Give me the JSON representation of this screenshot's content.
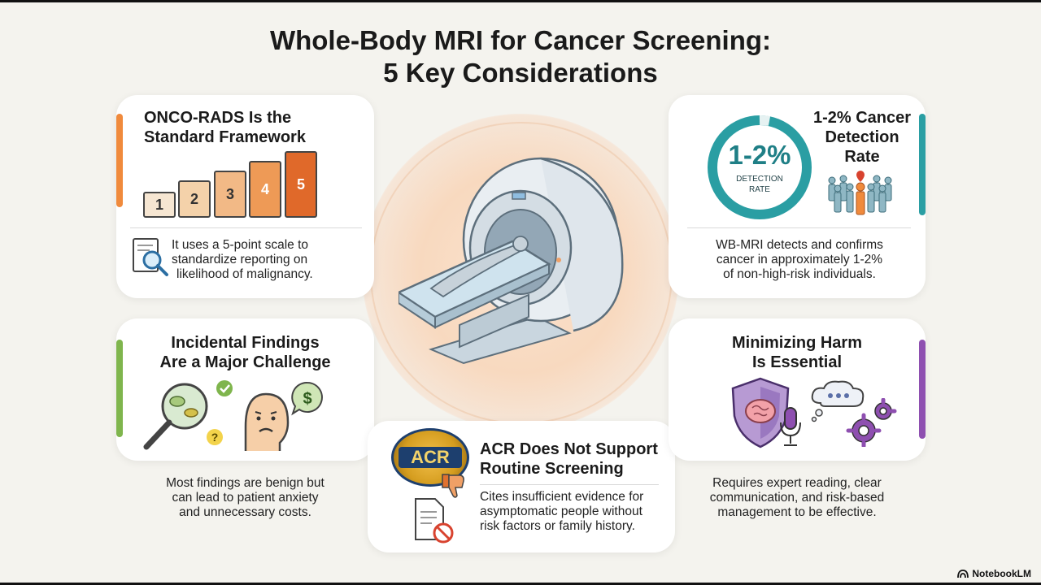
{
  "title": {
    "line1": "Whole-Body MRI for Cancer Screening:",
    "line2": "5 Key Considerations"
  },
  "cards": {
    "onco_rads": {
      "title_line1": "ONCO-RADS Is the",
      "title_line2": "Standard Framework",
      "scale": [
        "1",
        "2",
        "3",
        "4",
        "5"
      ],
      "desc_line1": "It uses a 5-point scale to",
      "desc_line2": "standardize reporting on",
      "desc_line3": "likelihood of malignancy.",
      "accent": "#f08a3c"
    },
    "detection": {
      "title_line1": "1-2% Cancer",
      "title_line2": "Detection",
      "title_line3": "Rate",
      "ring_value": "1-2%",
      "ring_label_line1": "DETECTION",
      "ring_label_line2": "RATE",
      "desc_line1": "WB-MRI detects and confirms",
      "desc_line2": "cancer in approximately 1-2%",
      "desc_line3": "of non-high-risk individuals.",
      "accent": "#2a9ea3"
    },
    "incidental": {
      "title_line1": "Incidental Findings",
      "title_line2": "Are a Major Challenge",
      "desc_line1": "Most findings are benign but",
      "desc_line2": "can lead to patient anxiety",
      "desc_line3": "and unnecessary costs.",
      "accent": "#7fb54d"
    },
    "acr": {
      "badge": "ACR",
      "title_line1": "ACR Does Not Support",
      "title_line2": "Routine Screening",
      "desc_line1": "Cites insufficient evidence for",
      "desc_line2": "asymptomatic people without",
      "desc_line3": "risk factors or family history."
    },
    "harm": {
      "title_line1": "Minimizing Harm",
      "title_line2": "Is Essential",
      "desc_line1": "Requires expert reading, clear",
      "desc_line2": "communication, and risk-based",
      "desc_line3": "management to be effective.",
      "accent": "#8e4fb0"
    }
  },
  "brand": "NotebookLM"
}
